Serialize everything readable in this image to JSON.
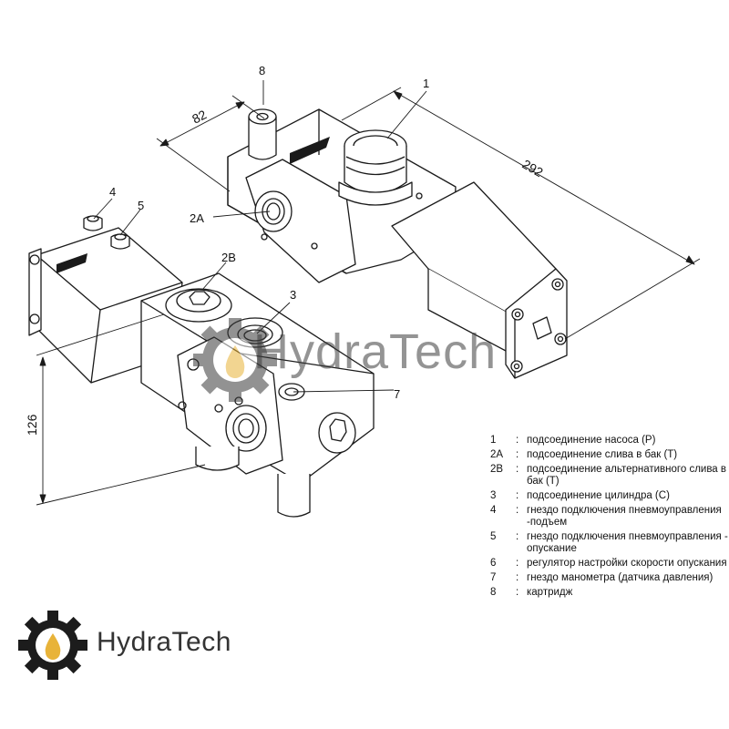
{
  "dimensions": {
    "width_top": "82",
    "length": "292",
    "height": "126"
  },
  "callouts": {
    "c1": "1",
    "c2A": "2A",
    "c2B": "2B",
    "c3": "3",
    "c4": "4",
    "c5": "5",
    "c7": "7",
    "c8": "8"
  },
  "legend": [
    {
      "key": "1",
      "text": "подсоединение  насоса (Р)"
    },
    {
      "key": "2A",
      "text": "подсоединение слива в бак (Т)"
    },
    {
      "key": "2B",
      "text": "подсоединение альтернативного слива в бак (Т)"
    },
    {
      "key": "3",
      "text": "подсоединение  цилиндра (С)"
    },
    {
      "key": "4",
      "text": "гнездо подключения пневмоуправления -подъем"
    },
    {
      "key": "5",
      "text": "гнездо подключения пневмоуправления - опускание"
    },
    {
      "key": "6",
      "text": "регулятор настройки скорости опускания"
    },
    {
      "key": "7",
      "text": "гнездо манометра (датчика давления)"
    },
    {
      "key": "8",
      "text": "картридж"
    }
  ],
  "separator": ":",
  "brand": {
    "name": "HydraTech",
    "watermark": "HydraTech",
    "gear_color": "#1c1c1c",
    "drop_color": "#e8b339"
  }
}
